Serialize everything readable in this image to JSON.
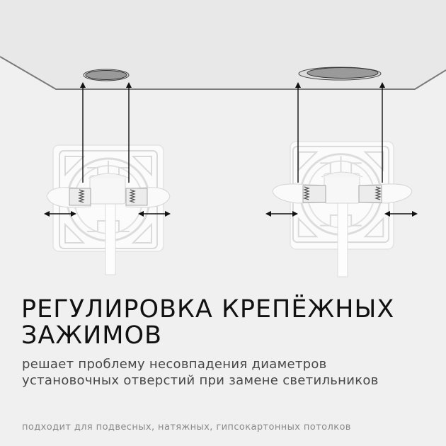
{
  "colors": {
    "background": "#f0f0f0",
    "ceiling": "#e8e8e8",
    "ceiling_edge": "#7a7a7a",
    "hole_fill": "#9a9a9a",
    "arrow": "#111111",
    "title": "#111111",
    "subtitle": "#474747",
    "footnote": "#8a8a8a"
  },
  "illustration": {
    "ceiling": {
      "label": "ceiling"
    },
    "holes": [
      {
        "id": "small-hole",
        "size": "small"
      },
      {
        "id": "large-hole",
        "size": "large"
      }
    ],
    "fixtures": [
      {
        "id": "fixture-left",
        "clips": "retracted"
      },
      {
        "id": "fixture-right",
        "clips": "extended"
      }
    ]
  },
  "heading": {
    "line1": "РЕГУЛИРОВКА КРЕПЁЖНЫХ",
    "line2": "ЗАЖИМОВ"
  },
  "subtitle": {
    "line1": "решает проблему несовпадения диаметров",
    "line2": "установочных отверстий при замене светильников"
  },
  "footnote": "подходит для подвесных, натяжных, гипсокартонных потолков"
}
